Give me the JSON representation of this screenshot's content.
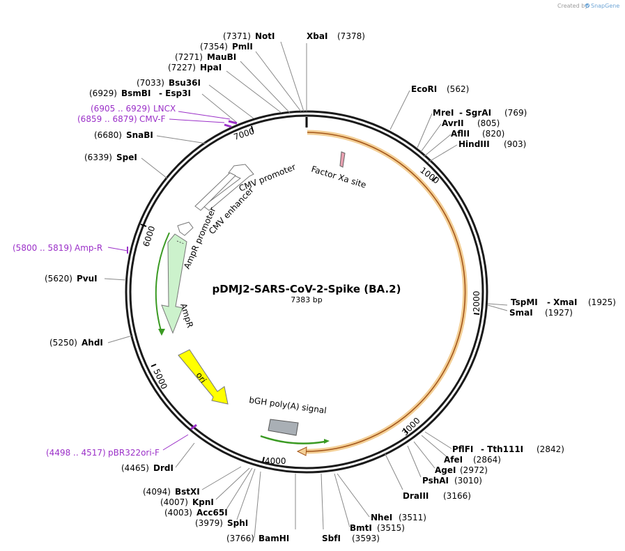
{
  "credit": {
    "prefix": "Created by",
    "brand": "SnapGene"
  },
  "plasmid": {
    "name": "pDMJ2-SARS-CoV-2-Spike (BA.2)",
    "size_label": "7383 bp"
  },
  "ticks": [
    "1000",
    "2000",
    "3000",
    "4000",
    "5000",
    "6000",
    "7000"
  ],
  "features": {
    "factor_xa": "Factor Xa site",
    "cmv_promoter": "CMV promoter",
    "cmv_enhancer": "CMV enhancer",
    "ampr_promoter": "AmpR promoter",
    "ampr": "AmpR",
    "ori": "ori",
    "bgh": "bGH poly(A) signal"
  },
  "colors": {
    "cds_fill": "#f3dab0",
    "cds_stroke": "#b5651d",
    "ampr_fill": "#ccf2cc",
    "ampr_stroke": "#3a9a22",
    "ori_fill": "#ffff00",
    "bgh_fill": "#a9afb5",
    "primer": "#9b30c8"
  },
  "sites": [
    {
      "name": "NotI",
      "pos": "(7371)"
    },
    {
      "name": "XbaI",
      "pos": "(7378)"
    },
    {
      "name": "PmlI",
      "pos": "(7354)"
    },
    {
      "name": "MauBI",
      "pos": "(7271)"
    },
    {
      "name": "HpaI",
      "pos": "(7227)"
    },
    {
      "name": "Bsu36I",
      "pos": "(7033)"
    },
    {
      "name": "BsmBI",
      "pos": "(6929)"
    },
    {
      "name": "- Esp3I",
      "pos": ""
    },
    {
      "name": "SnaBI",
      "pos": "(6680)"
    },
    {
      "name": "SpeI",
      "pos": "(6339)"
    },
    {
      "name": "PvuI",
      "pos": "(5620)"
    },
    {
      "name": "AhdI",
      "pos": "(5250)"
    },
    {
      "name": "DrdI",
      "pos": "(4465)"
    },
    {
      "name": "BstXI",
      "pos": "(4094)"
    },
    {
      "name": "KpnI",
      "pos": "(4007)"
    },
    {
      "name": "Acc65I",
      "pos": "(4003)"
    },
    {
      "name": "SphI",
      "pos": "(3979)"
    },
    {
      "name": "BamHI",
      "pos": "(3766)"
    },
    {
      "name": "SbfI",
      "pos": "(3593)"
    },
    {
      "name": "BmtI",
      "pos": "(3515)"
    },
    {
      "name": "NheI",
      "pos": "(3511)"
    },
    {
      "name": "DraIII",
      "pos": "(3166)"
    },
    {
      "name": "PshAI",
      "pos": "(3010)"
    },
    {
      "name": "AgeI",
      "pos": "(2972)"
    },
    {
      "name": "AfeI",
      "pos": "(2864)"
    },
    {
      "name": "PflFI",
      "pos": ""
    },
    {
      "name": "- Tth111I",
      "pos": "(2842)"
    },
    {
      "name": "SmaI",
      "pos": "(1927)"
    },
    {
      "name": "TspMI",
      "pos": ""
    },
    {
      "name": "- XmaI",
      "pos": "(1925)"
    },
    {
      "name": "HindIII",
      "pos": "(903)"
    },
    {
      "name": "AflII",
      "pos": "(820)"
    },
    {
      "name": "AvrII",
      "pos": "(805)"
    },
    {
      "name": "MreI",
      "pos": ""
    },
    {
      "name": "- SgrAI",
      "pos": "(769)"
    },
    {
      "name": "EcoRI",
      "pos": "(562)"
    }
  ],
  "primers": [
    {
      "range": "(6905 .. 6929)",
      "name": "LNCX"
    },
    {
      "range": "(6859 .. 6879)",
      "name": "CMV-F"
    },
    {
      "range": "(5800 .. 5819)",
      "name": "Amp-R"
    },
    {
      "range": "(4498 .. 4517)",
      "name": "pBR322ori-F"
    }
  ]
}
